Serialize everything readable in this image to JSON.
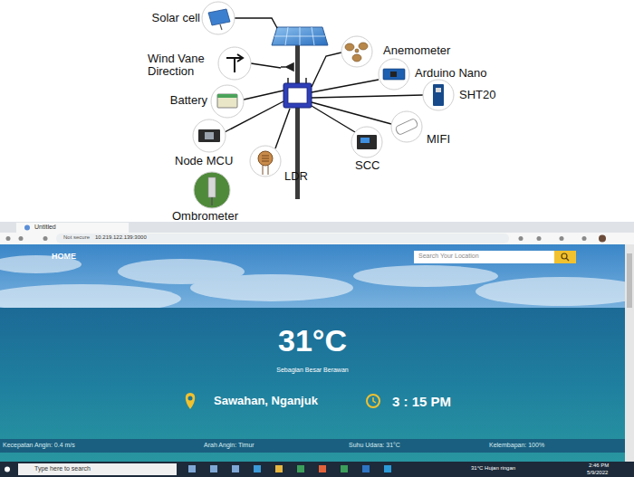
{
  "diagram": {
    "nodes": [
      {
        "text": [
          "Solar cell"
        ]
      },
      {
        "text": [
          "Wind Vane Direction"
        ]
      },
      {
        "text": [
          "Battery"
        ]
      },
      {
        "text": [
          "Node MCU"
        ]
      },
      {
        "text": [
          "LDR"
        ]
      },
      {
        "text": [
          "Ombrometer"
        ]
      },
      {
        "text": [
          "Anemometer"
        ]
      },
      {
        "text": [
          "Arduino Nano"
        ]
      },
      {
        "text": [
          "SHT20"
        ]
      },
      {
        "text": [
          "MIFI"
        ]
      },
      {
        "text": [
          "SCC"
        ]
      }
    ],
    "labels": [
      "Untitled",
      "Not secure",
      "10.219.122.139:3000",
      "HOME",
      "Search Your Location",
      "31°C",
      "Sebagian Besar Berawan",
      "Sawahan, Nganjuk",
      "3 : 15 PM",
      "Kecepatan Angin: 0.4 m/s",
      "Arah Angin: Timur",
      "Suhu Udara: 31°C",
      "Kelembapan: 100%",
      "Type here to search",
      "31°C Hujan ringan",
      "2:46 PM",
      "5/9/2022"
    ]
  }
}
